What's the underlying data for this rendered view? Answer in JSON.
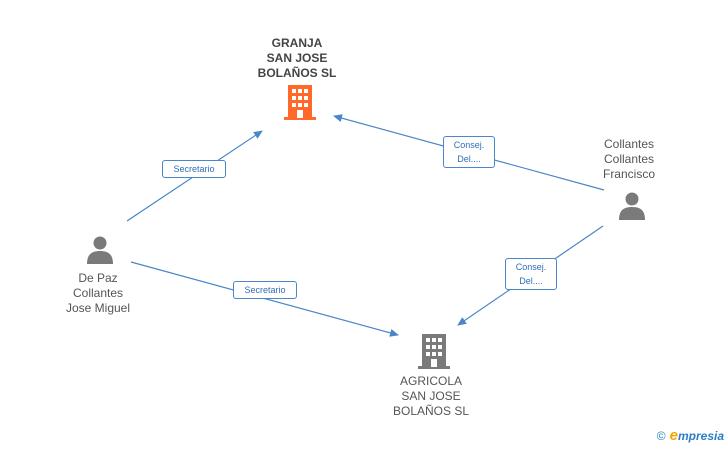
{
  "nodes": {
    "granja": {
      "lines": [
        "GRANJA",
        "SAN JOSE",
        "BOLAÑOS SL"
      ],
      "icon": "building-icon",
      "color": "#ff6a2b"
    },
    "agricola": {
      "lines": [
        "AGRICOLA",
        "SAN JOSE",
        "BOLAÑOS SL"
      ],
      "icon": "building-icon",
      "color": "#7a7a7a"
    },
    "collantes": {
      "lines": [
        "Collantes",
        "Collantes",
        "Francisco"
      ],
      "icon": "person-icon",
      "color": "#7a7a7a"
    },
    "depaz": {
      "lines": [
        "De Paz",
        "Collantes",
        "Jose Miguel"
      ],
      "icon": "person-icon",
      "color": "#7a7a7a"
    }
  },
  "edges": {
    "depaz_granja": "Secretario",
    "depaz_agricola": "Secretario",
    "collantes_granja": [
      "Consej.",
      "Del...."
    ],
    "collantes_agricola": [
      "Consej.",
      "Del...."
    ]
  },
  "colors": {
    "edge": "#4a86c8"
  },
  "footer": {
    "copyright_symbol": "©",
    "brand_initial": "e",
    "brand_rest": "mpresia"
  }
}
